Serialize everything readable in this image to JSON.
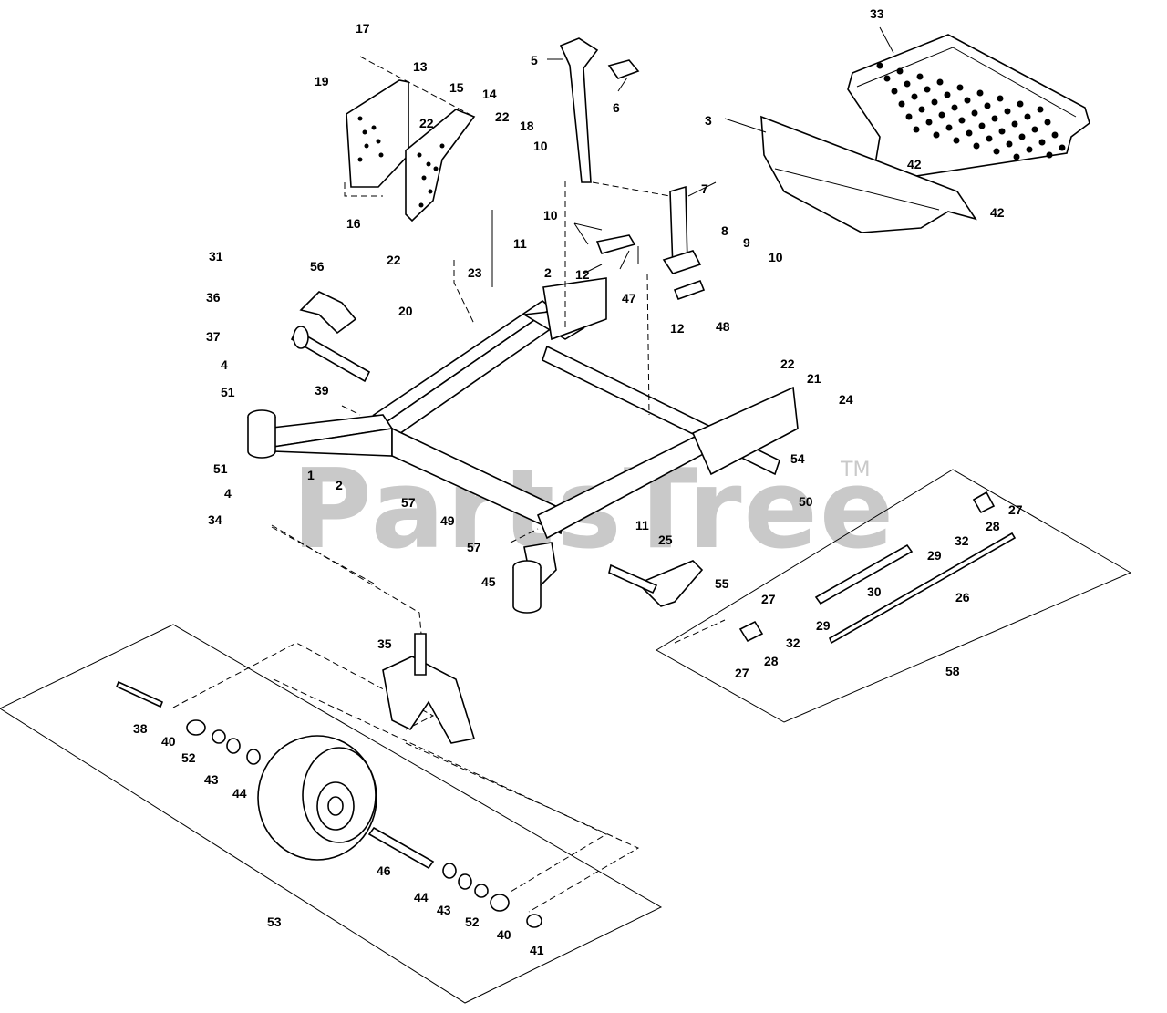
{
  "watermark": {
    "brand": "PartsTree",
    "trademark": "TM"
  },
  "callouts": [
    {
      "id": "c17",
      "text": "17"
    },
    {
      "id": "c13",
      "text": "13"
    },
    {
      "id": "c19",
      "text": "19"
    },
    {
      "id": "c15",
      "text": "15"
    },
    {
      "id": "c14",
      "text": "14"
    },
    {
      "id": "c22a",
      "text": "22"
    },
    {
      "id": "c22b",
      "text": "22"
    },
    {
      "id": "c18",
      "text": "18"
    },
    {
      "id": "c10a",
      "text": "10"
    },
    {
      "id": "c16",
      "text": "16"
    },
    {
      "id": "c22c",
      "text": "22"
    },
    {
      "id": "c5",
      "text": "5"
    },
    {
      "id": "c6",
      "text": "6"
    },
    {
      "id": "c3",
      "text": "3"
    },
    {
      "id": "c33",
      "text": "33"
    },
    {
      "id": "c7",
      "text": "7"
    },
    {
      "id": "c42a",
      "text": "42"
    },
    {
      "id": "c42b",
      "text": "42"
    },
    {
      "id": "c10b",
      "text": "10"
    },
    {
      "id": "c8",
      "text": "8"
    },
    {
      "id": "c9",
      "text": "9"
    },
    {
      "id": "c10c",
      "text": "10"
    },
    {
      "id": "c11a",
      "text": "11"
    },
    {
      "id": "c12a",
      "text": "12"
    },
    {
      "id": "c47",
      "text": "47"
    },
    {
      "id": "c12b",
      "text": "12"
    },
    {
      "id": "c48",
      "text": "48"
    },
    {
      "id": "c31",
      "text": "31"
    },
    {
      "id": "c56",
      "text": "56"
    },
    {
      "id": "c23",
      "text": "23"
    },
    {
      "id": "c2a",
      "text": "2"
    },
    {
      "id": "c36",
      "text": "36"
    },
    {
      "id": "c20",
      "text": "20"
    },
    {
      "id": "c37",
      "text": "37"
    },
    {
      "id": "c4a",
      "text": "4"
    },
    {
      "id": "c51a",
      "text": "51"
    },
    {
      "id": "c39",
      "text": "39"
    },
    {
      "id": "c22d",
      "text": "22"
    },
    {
      "id": "c21",
      "text": "21"
    },
    {
      "id": "c24",
      "text": "24"
    },
    {
      "id": "c1",
      "text": "1"
    },
    {
      "id": "c51b",
      "text": "51"
    },
    {
      "id": "c2b",
      "text": "2"
    },
    {
      "id": "c54",
      "text": "54"
    },
    {
      "id": "c4b",
      "text": "4"
    },
    {
      "id": "c34",
      "text": "34"
    },
    {
      "id": "c57a",
      "text": "57"
    },
    {
      "id": "c49",
      "text": "49"
    },
    {
      "id": "c50",
      "text": "50"
    },
    {
      "id": "c27a",
      "text": "27"
    },
    {
      "id": "c57b",
      "text": "57"
    },
    {
      "id": "c11b",
      "text": "11"
    },
    {
      "id": "c25",
      "text": "25"
    },
    {
      "id": "c28a",
      "text": "28"
    },
    {
      "id": "c29a",
      "text": "29"
    },
    {
      "id": "c32a",
      "text": "32"
    },
    {
      "id": "c45",
      "text": "45"
    },
    {
      "id": "c55",
      "text": "55"
    },
    {
      "id": "c30",
      "text": "30"
    },
    {
      "id": "c26",
      "text": "26"
    },
    {
      "id": "c27b",
      "text": "27"
    },
    {
      "id": "c29b",
      "text": "29"
    },
    {
      "id": "c32b",
      "text": "32"
    },
    {
      "id": "c28b",
      "text": "28"
    },
    {
      "id": "c27c",
      "text": "27"
    },
    {
      "id": "c58",
      "text": "58"
    },
    {
      "id": "c35",
      "text": "35"
    },
    {
      "id": "c38",
      "text": "38"
    },
    {
      "id": "c40a",
      "text": "40"
    },
    {
      "id": "c52a",
      "text": "52"
    },
    {
      "id": "c43a",
      "text": "43"
    },
    {
      "id": "c44a",
      "text": "44"
    },
    {
      "id": "c46",
      "text": "46"
    },
    {
      "id": "c44b",
      "text": "44"
    },
    {
      "id": "c43b",
      "text": "43"
    },
    {
      "id": "c52b",
      "text": "52"
    },
    {
      "id": "c40b",
      "text": "40"
    },
    {
      "id": "c53",
      "text": "53"
    },
    {
      "id": "c41",
      "text": "41"
    }
  ]
}
